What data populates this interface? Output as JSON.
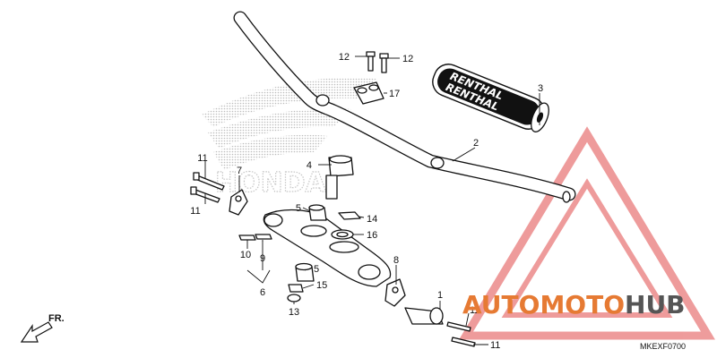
{
  "diagram_code": "MKEXF0700",
  "front_marker": "FR.",
  "watermark": {
    "honda_text": "HONDA",
    "brand_left": "AUTOMOTO",
    "brand_right": "HUB",
    "colors": {
      "triangle": "#e35a5a",
      "brand_left": "#e67a33",
      "brand_right": "#555555",
      "honda_dots": "#bdbdbd"
    }
  },
  "grip_pad_text": "RENTHAL",
  "callouts": [
    {
      "id": "c1",
      "text": "1"
    },
    {
      "id": "c2",
      "text": "2"
    },
    {
      "id": "c3",
      "text": "3"
    },
    {
      "id": "c4",
      "text": "4"
    },
    {
      "id": "c5a",
      "text": "5"
    },
    {
      "id": "c5b",
      "text": "5"
    },
    {
      "id": "c6",
      "text": "6"
    },
    {
      "id": "c7",
      "text": "7"
    },
    {
      "id": "c8",
      "text": "8"
    },
    {
      "id": "c9",
      "text": "9"
    },
    {
      "id": "c10",
      "text": "10"
    },
    {
      "id": "c11a",
      "text": "11"
    },
    {
      "id": "c11b",
      "text": "11"
    },
    {
      "id": "c11c",
      "text": "11"
    },
    {
      "id": "c11d",
      "text": "11"
    },
    {
      "id": "c12a",
      "text": "12"
    },
    {
      "id": "c12b",
      "text": "12"
    },
    {
      "id": "c13",
      "text": "13"
    },
    {
      "id": "c14",
      "text": "14"
    },
    {
      "id": "c15",
      "text": "15"
    },
    {
      "id": "c16",
      "text": "16"
    },
    {
      "id": "c17",
      "text": "17"
    }
  ]
}
